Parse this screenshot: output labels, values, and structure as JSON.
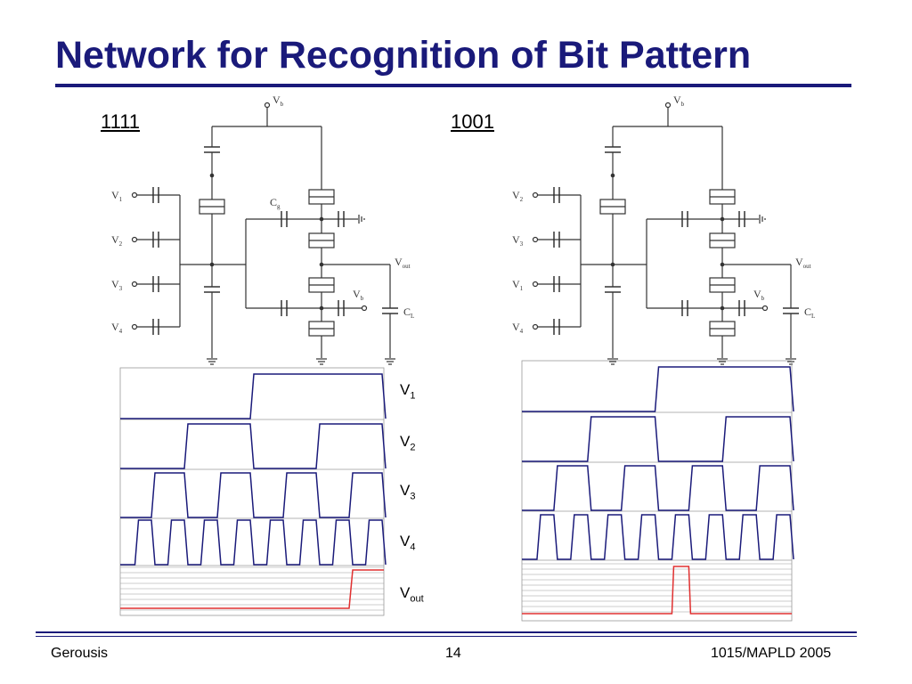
{
  "slide": {
    "title": "Network for Recognition of Bit Pattern",
    "footer": {
      "left": "Gerousis",
      "center": "14",
      "right": "1015/MAPLD 2005"
    }
  },
  "circuits": [
    {
      "pattern": "1111",
      "input_order": [
        "1",
        "2",
        "3",
        "4"
      ],
      "labels": {
        "vb_top": "V",
        "vb_top_sub": "b",
        "cg": "C",
        "cg_sub": "g",
        "vout": "V",
        "vout_sub": "out",
        "vb_mid": "V",
        "vb_mid_sub": "b",
        "cl": "C",
        "cl_sub": "L",
        "input_letter": "V"
      }
    },
    {
      "pattern": "1001",
      "input_order": [
        "2",
        "3",
        "1",
        "4"
      ],
      "labels": {
        "vb_top": "V",
        "vb_top_sub": "b",
        "vout": "V",
        "vout_sub": "out",
        "vb_mid": "V",
        "vb_mid_sub": "b",
        "cl": "C",
        "cl_sub": "L",
        "input_letter": "V"
      }
    }
  ],
  "waveform_labels": [
    {
      "main": "V",
      "sub": "1"
    },
    {
      "main": "V",
      "sub": "2"
    },
    {
      "main": "V",
      "sub": "3"
    },
    {
      "main": "V",
      "sub": "4"
    },
    {
      "main": "V",
      "sub": "out"
    }
  ],
  "waveforms": {
    "input_periods_fraction": [
      1.0,
      0.5,
      0.25,
      0.125
    ],
    "output_1111": "high only in final eighth (when V1..V4 all high)",
    "output_1001": "high only when V1=1, V2=0, V3=0, V4=1",
    "colors": {
      "inputs": "#1a1a7a",
      "output": "#e03030",
      "grid": "#9a9a9a"
    }
  }
}
